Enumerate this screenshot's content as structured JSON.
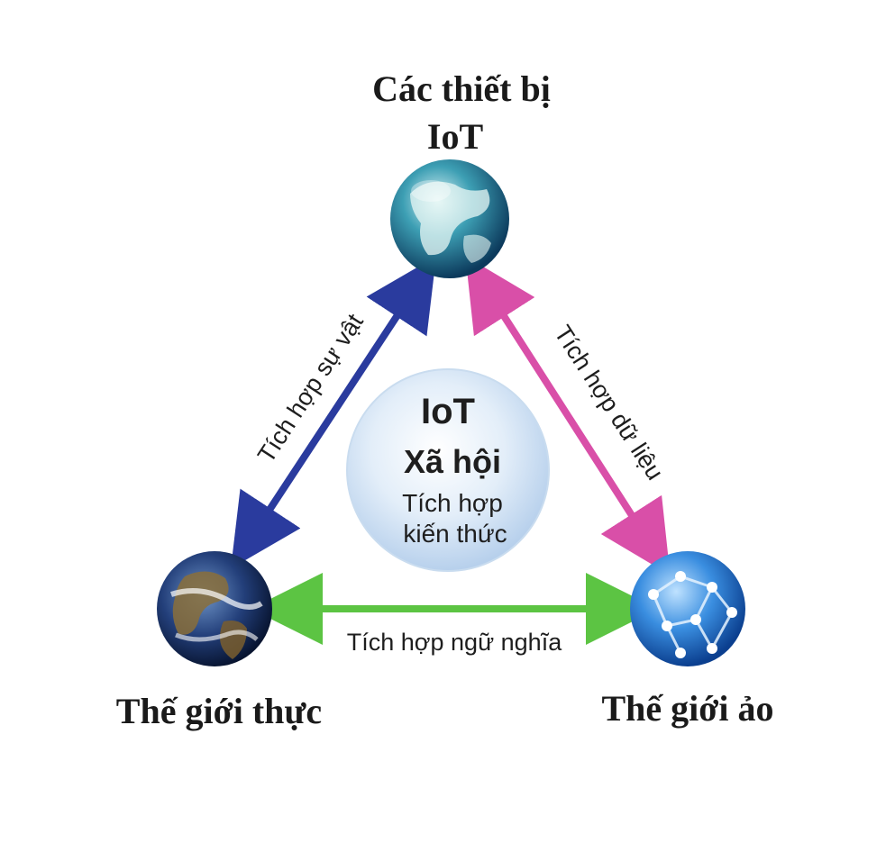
{
  "nodes": {
    "top": {
      "line1": "Các thiết bị",
      "line2": "IoT",
      "icon": "globe-icon"
    },
    "left": {
      "label": "Thế giới thực",
      "icon": "earth-icon"
    },
    "right": {
      "label": "Thế giới ảo",
      "icon": "network-sphere-icon"
    }
  },
  "center": {
    "title": "IoT",
    "subtitle": "Xã hội",
    "line1": "Tích hợp",
    "line2": "kiến thức"
  },
  "edges": {
    "left": {
      "label": "Tích hợp sự vật",
      "color": "#2a3b9e"
    },
    "right": {
      "label": "Tích hợp dữ liệu",
      "color": "#d94fa8"
    },
    "bottom": {
      "label": "Tích hợp ngữ nghĩa",
      "color": "#5cc443"
    }
  }
}
